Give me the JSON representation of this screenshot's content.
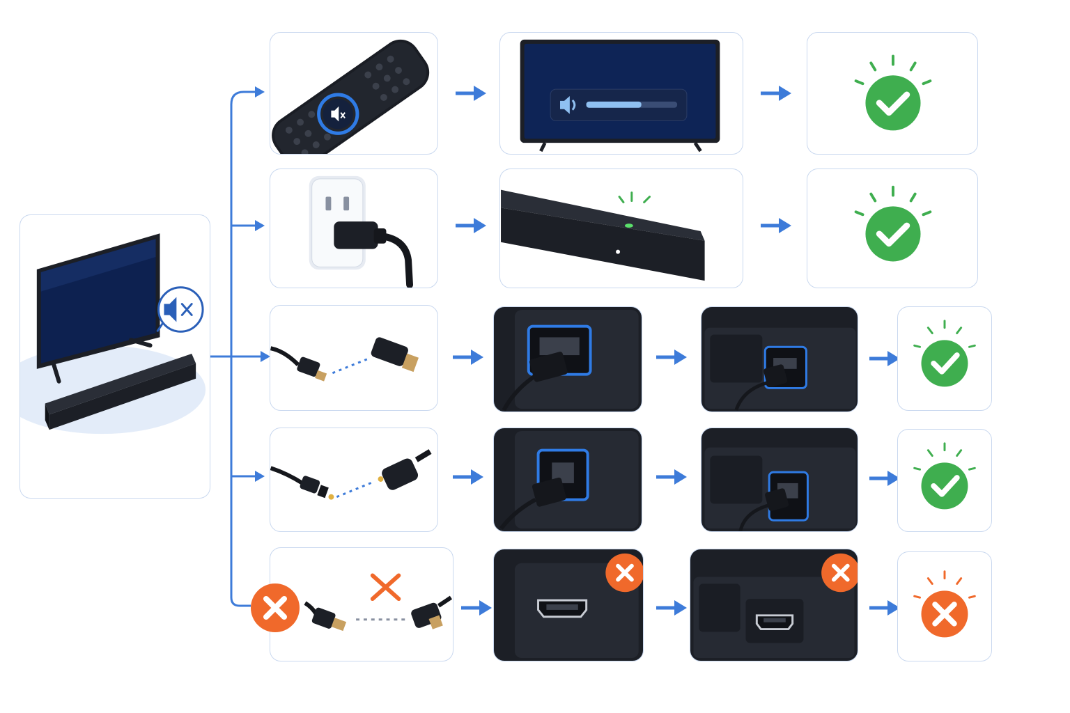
{
  "colors": {
    "panel_border": "#c9d8ef",
    "flow_blue": "#3d7bd9",
    "success_green": "#3fae4f",
    "error_orange": "#f0692b",
    "device_dark": "#1c1f26",
    "highlight_blue": "#2f7be5"
  },
  "icons": {
    "mute": "speaker-muted-icon",
    "volume": "speaker-volume-icon",
    "success": "check-circle-icon",
    "failure": "x-circle-icon"
  },
  "rows": [
    {
      "id": "volume-unmute",
      "steps": [
        "remote-mute-button",
        "tv-volume-bar"
      ],
      "outcome": "success"
    },
    {
      "id": "power-check",
      "steps": [
        "plug-in-outlet",
        "soundbar-power-light"
      ],
      "outcome": "success"
    },
    {
      "id": "hdmi-arc",
      "steps": [
        "hdmi-cable",
        "tv-hdmi-port",
        "soundbar-hdmi-port"
      ],
      "outcome": "success"
    },
    {
      "id": "optical",
      "steps": [
        "optical-cable",
        "tv-optical-port",
        "soundbar-optical-port"
      ],
      "outcome": "success"
    },
    {
      "id": "wrong-cable",
      "steps": [
        "wrong-cable",
        "tv-port-unused",
        "soundbar-port-unused"
      ],
      "outcome": "failure"
    }
  ]
}
